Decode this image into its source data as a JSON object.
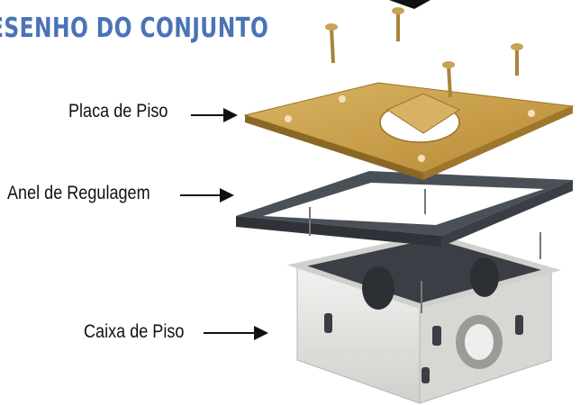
{
  "title": "ESENHO DO CONJUNTO",
  "labels": {
    "floor_plate": "Placa de Piso",
    "adjust_ring": "Anel de Regulagem",
    "floor_box": "Caixa de Piso"
  },
  "colors": {
    "title": "#4a73b8",
    "plate": "#caa24e",
    "ring": "#4a5058",
    "box": "#e7e7e4"
  }
}
